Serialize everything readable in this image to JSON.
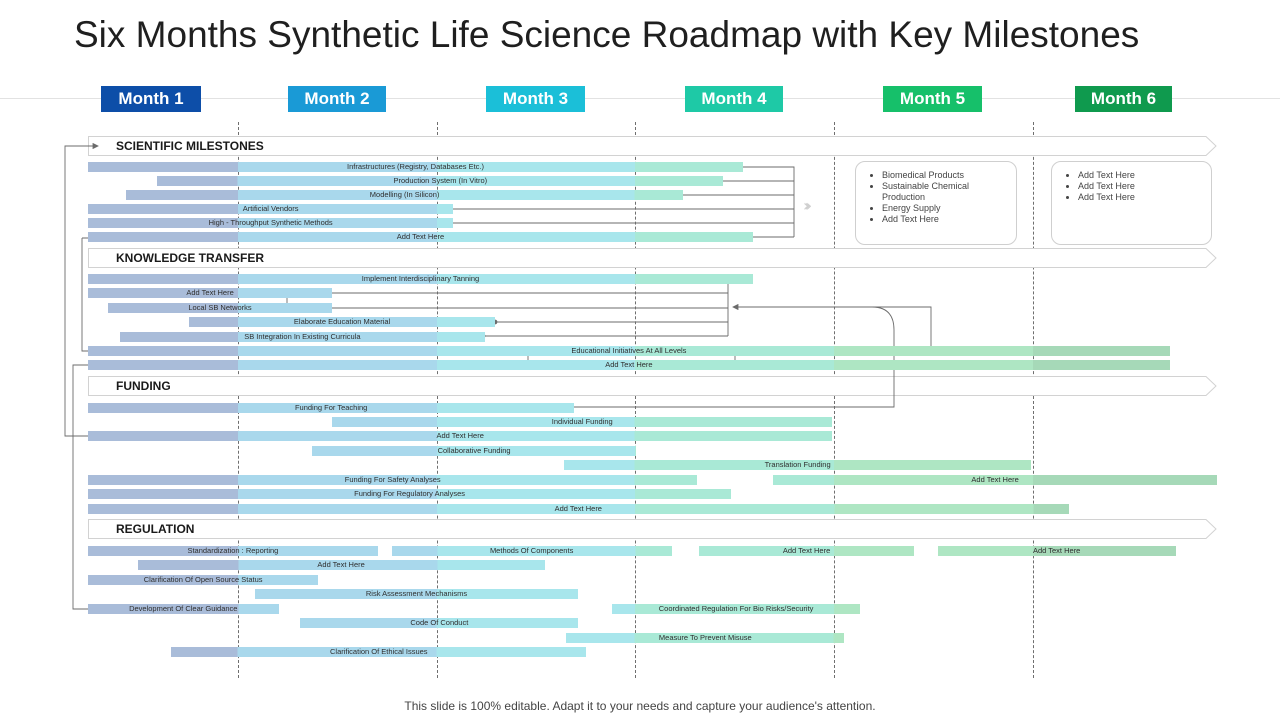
{
  "title": "Six Months Synthetic Life Science Roadmap with Key Milestones",
  "footer": "This slide is 100% editable. Adapt it to your needs and capture your audience's attention.",
  "months": [
    {
      "label": "Month 1",
      "color": "#0d4ea8"
    },
    {
      "label": "Month 2",
      "color": "#1a9ad6"
    },
    {
      "label": "Month 3",
      "color": "#1bbfd8"
    },
    {
      "label": "Month 4",
      "color": "#1ec9a6"
    },
    {
      "label": "Month 5",
      "color": "#16c06a"
    },
    {
      "label": "Month 6",
      "color": "#0f9a4e"
    }
  ],
  "sections": [
    {
      "label": "SCIENTIFIC MILESTONES"
    },
    {
      "label": "KNOWLEDGE TRANSFER"
    },
    {
      "label": "FUNDING"
    },
    {
      "label": "REGULATION"
    }
  ],
  "bars": [
    {
      "label": "Infrastructures (Registry, Databases Etc.)",
      "start": 0.0,
      "end": 3.3
    },
    {
      "label": "Production System (In Vitro)",
      "start": 0.35,
      "end": 3.2
    },
    {
      "label": "Modelling (In Silicon)",
      "start": 0.19,
      "end": 3.0
    },
    {
      "label": "Artificial Vendors",
      "start": 0.0,
      "end": 1.84
    },
    {
      "label": "High - Throughput  Synthetic Methods",
      "start": 0.0,
      "end": 1.84
    },
    {
      "label": "Add Text Here",
      "start": 0.0,
      "end": 3.35
    },
    {
      "label": "Implement Interdisciplinary Tanning",
      "start": 0.0,
      "end": 3.35
    },
    {
      "label": "Add Text Here",
      "start": 0.0,
      "end": 1.23
    },
    {
      "label": "Local SB Networks",
      "start": 0.1,
      "end": 1.23
    },
    {
      "label": "Elaborate  Education  Material",
      "start": 0.51,
      "end": 2.05
    },
    {
      "label": "SB Integration  In Existing Curricula",
      "start": 0.16,
      "end": 2.0
    },
    {
      "label": "Educational  Initiatives  At All Levels",
      "start": 0.0,
      "end": 5.45
    },
    {
      "label": "Add Text Here",
      "start": 0.0,
      "end": 5.45
    },
    {
      "label": "Funding For Teaching",
      "start": 0.0,
      "end": 2.45
    },
    {
      "label": "Individual  Funding",
      "start": 1.23,
      "end": 3.75
    },
    {
      "label": "Add Text Here",
      "start": 0.0,
      "end": 3.75
    },
    {
      "label": "Collaborative  Funding",
      "start": 1.13,
      "end": 2.76
    },
    {
      "label": "Translation  Funding",
      "start": 2.4,
      "end": 4.75
    },
    {
      "label": "Funding For Safety  Analyses",
      "start": 0.0,
      "end": 3.07
    },
    {
      "label": "Add Text Here",
      "start": 3.45,
      "end": 5.69
    },
    {
      "label": "Funding  For Regulatory  Analyses",
      "start": 0.0,
      "end": 3.24
    },
    {
      "label": "Add Text Here",
      "start": 0.0,
      "end": 4.94
    },
    {
      "label": "Standardization   : Reporting",
      "start": 0.0,
      "end": 1.46
    },
    {
      "label": "Methods Of Components",
      "start": 1.53,
      "end": 2.94
    },
    {
      "label": "Add Text Here",
      "start": 3.08,
      "end": 4.16
    },
    {
      "label": "Add Text Here",
      "start": 4.28,
      "end": 5.48
    },
    {
      "label": "Add Text Here",
      "start": 0.25,
      "end": 2.3
    },
    {
      "label": "Clarification Of Open Source Status",
      "start": 0.0,
      "end": 1.16
    },
    {
      "label": "Risk Assessment  Mechanisms",
      "start": 0.84,
      "end": 2.47
    },
    {
      "label": "Development  Of Clear Guidance",
      "start": 0.0,
      "end": 0.96
    },
    {
      "label": "Coordinated  Regulation  For Bio Risks/Security",
      "start": 2.64,
      "end": 3.89
    },
    {
      "label": "Code Of Conduct",
      "start": 1.07,
      "end": 2.47
    },
    {
      "label": "Measure To Prevent Misuse",
      "start": 2.41,
      "end": 3.81
    },
    {
      "label": "Clarification Of Ethical Issues",
      "start": 0.42,
      "end": 2.51
    }
  ],
  "boxes": [
    {
      "items": [
        "Biomedical Products",
        "Sustainable Chemical Production",
        "Energy Supply",
        "Add Text Here"
      ]
    },
    {
      "items": [
        "Add Text Here",
        "Add Text Here",
        "Add Text Here"
      ]
    }
  ],
  "chevrons": "›››"
}
